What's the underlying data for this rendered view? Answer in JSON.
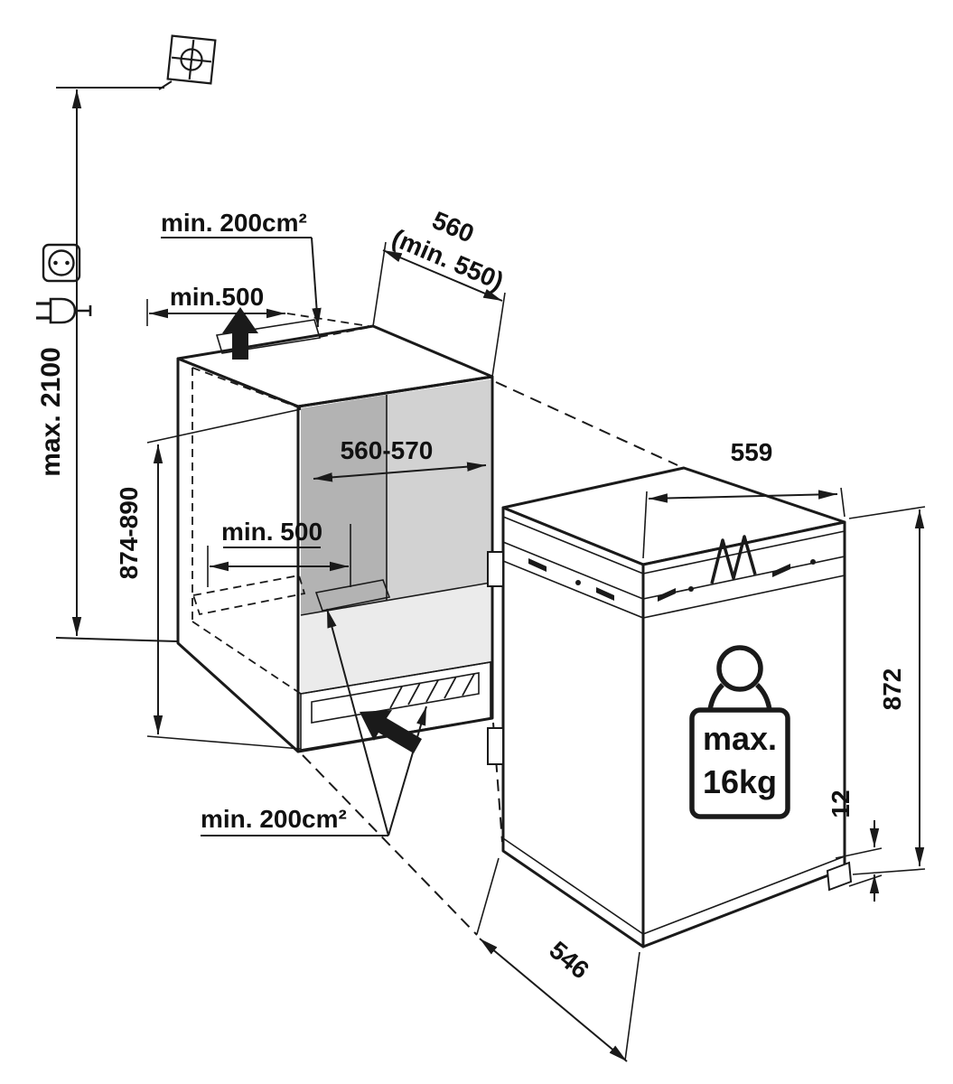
{
  "diagram": {
    "type": "built-in appliance niche installation drawing",
    "colors": {
      "line": "#1a1a1a",
      "inner_wall_dark": "#b3b3b3",
      "inner_wall_light": "#d2d2d2",
      "floor": "#ebebeb",
      "grille_band": "#d9d9d9",
      "background": "#ffffff"
    },
    "niche": {
      "max_mains_height": "max. 2100",
      "top_vent_area": "min. 200cm²",
      "depth_line1": "560",
      "depth_line2": "(min. 550)",
      "top_rear_clearance": "min.500",
      "inner_width": "560-570",
      "floor_rear_clearance": "min. 500",
      "inner_height": "874-890",
      "bottom_vent_area": "min. 200cm²"
    },
    "appliance": {
      "width": "559",
      "height": "872",
      "base_height": "12",
      "depth": "546",
      "door_max_weight_line1": "max.",
      "door_max_weight_line2": "16kg"
    }
  }
}
